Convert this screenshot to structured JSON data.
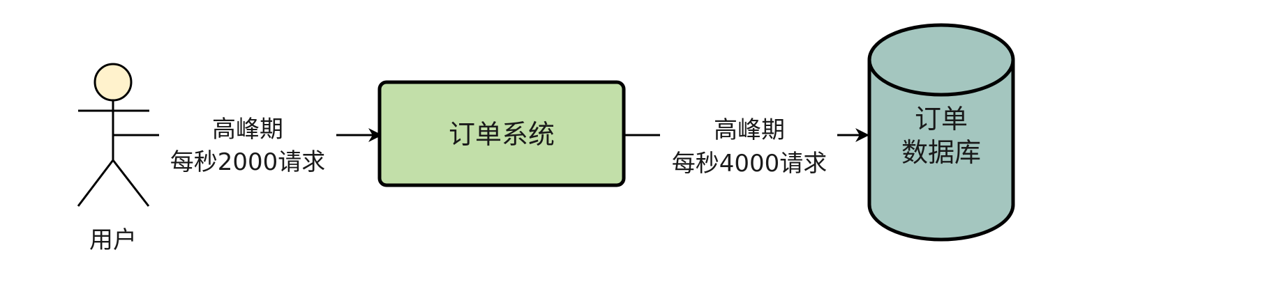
{
  "colors": {
    "actor_head_fill": "#fff2cc",
    "system_fill": "#c2dfa9",
    "database_fill": "#a4c6bf",
    "stroke": "#000000"
  },
  "user": {
    "label": "用户",
    "icon": "stick-figure-actor-icon"
  },
  "edge_user_to_system": {
    "line1": "高峰期",
    "line2": "每秒2000请求"
  },
  "system": {
    "label": "订单系统"
  },
  "edge_system_to_db": {
    "line1": "高峰期",
    "line2": "每秒4000请求"
  },
  "database": {
    "line1": "订单",
    "line2": "数据库",
    "icon": "database-cylinder-icon"
  }
}
